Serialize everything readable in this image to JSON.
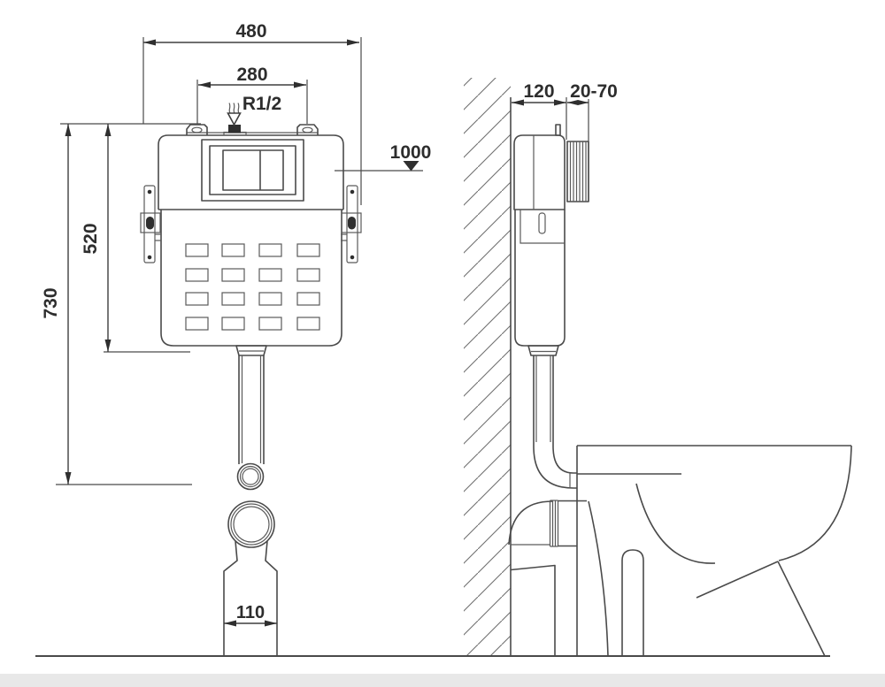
{
  "diagram_title": "concealed-cistern-installation-diagram",
  "front_view": {
    "dimensions": {
      "overall_width": "480",
      "inlet_spacing": "280",
      "inlet_thread": "R1/2",
      "level_height": "1000",
      "body_height": "520",
      "overall_height": "730",
      "drain_pipe_width": "110"
    }
  },
  "side_view": {
    "dimensions": {
      "frame_depth": "120",
      "wall_finish_range": "20-70"
    }
  },
  "colors": {
    "line": "#4a4a4a",
    "text": "#2d2d2d",
    "dark_fill": "#2f2f2f",
    "hatch": "#707070",
    "background": "#ffffff",
    "scan_band": "#e8e8e8"
  }
}
